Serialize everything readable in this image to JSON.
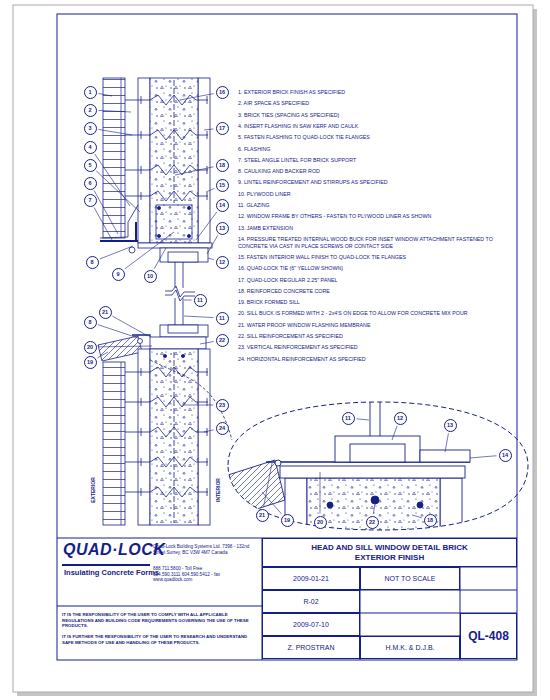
{
  "diagram": {
    "title": "HEAD AND SILL WINDOW DETAIL BRICK EXTERIOR FINISH",
    "nodes": [
      {
        "text": [
          "2009-01-21"
        ]
      },
      {
        "text": [
          "NOT TO SCALE"
        ]
      },
      {
        "text": [
          "R-02"
        ]
      },
      {
        "text": [
          "2009-07-10"
        ]
      },
      {
        "text": [
          "Z. PROSTRAN"
        ]
      },
      {
        "text": [
          "H.M.K. & D.J.B."
        ]
      },
      {
        "text": [
          "QL-408"
        ]
      }
    ],
    "labels": [
      "1. EXTERIOR BRICK FINISH AS SPECIFIED",
      "2. AIR SPACE AS SPECIFIED",
      "3. BRICK TIES (SPACING AS SPECIFIED)",
      "4. INSERT FLASHING IN SAW KERF AND CAULK",
      "5. FASTEN FLASHING TO QUAD-LOCK TIE FLANGES",
      "6. FLASHING",
      "7. STEEL ANGLE LINTEL FOR BRICK SUPPORT",
      "8. CAULKING AND BACKER ROD",
      "9. LINTEL REINFORCEMENT AND STIRRUPS AS SPECIFIED",
      "10. PLYWOOD LINER",
      "11. GLAZING",
      "12. WINDOW FRAME BY OTHERS - FASTEN TO PLYWOOD LINER AS SHOWN",
      "13. JAMB EXTENSION",
      "14. PRESSURE TREATED INTERNAL WOOD BUCK FOR INSET WINDOW ATTACHMENT FASTENED TO CONCRETE VIA CAST IN PLACE SCREWS OR CONTACT SIDE",
      "15. FASTEN INTERIOR WALL FINISH TO QUAD-LOCK TIE FLANGES",
      "16. QUAD-LOCK TIE (6\" YELLOW SHOWN)",
      "17. QUAD-LOCK REGULAR 2.25\" PANEL",
      "18. REINFORCED CONCRETE CORE",
      "19. BRICK FORMED SILL",
      "20. SILL BUCK IS FORMED WITH 2 - 2x4'S ON EDGE TO ALLOW FOR CONCRETE MIX POUR",
      "21. WATER PROOF WINDOW FLASHING MEMBRANE",
      "22. SILL REINFORCEMENT AS SPECIFIED",
      "23. VERTICAL REINFORCEMENT AS SPECIFIED",
      "24. HORIZONTAL REINFORCEMENT AS SPECIFIED",
      "1",
      "2",
      "3",
      "4",
      "5",
      "6",
      "7",
      "16",
      "17",
      "18",
      "15",
      "14",
      "13",
      "8",
      "9",
      "10",
      "11",
      "12",
      "8",
      "21",
      "20",
      "19",
      "11",
      "22",
      "23",
      "24",
      "11",
      "12",
      "13",
      "14",
      "21",
      "19",
      "20",
      "22",
      "18",
      "EXTERIOR",
      "INTERIOR",
      "QUAD·LOCK",
      "Insulating Concrete Forms",
      "Quad-Lock Building Systems Ltd. 7398 - 132nd Street Surrey, BC V3W 4M7 Canada",
      "888.711.5800 - Toll Free 604.590.3111 604.590.5412 - fax www.quadlock.com",
      "IT IS THE RESPONSIBILITY OF THE USER TO COMPLY WITH ALL APPLICABLE REGULATIONS AND BUILDING CODE REQUIREMENTS GOVERNING THE USE OF THESE PRODUCTS.",
      "IT IS FURTHER THE RESPONSIBILITY OF THE USER TO RESEARCH AND UNDERSTAND SAFE METHODS OF USE AND HANDLING OF THESE PRODUCTS."
    ]
  }
}
